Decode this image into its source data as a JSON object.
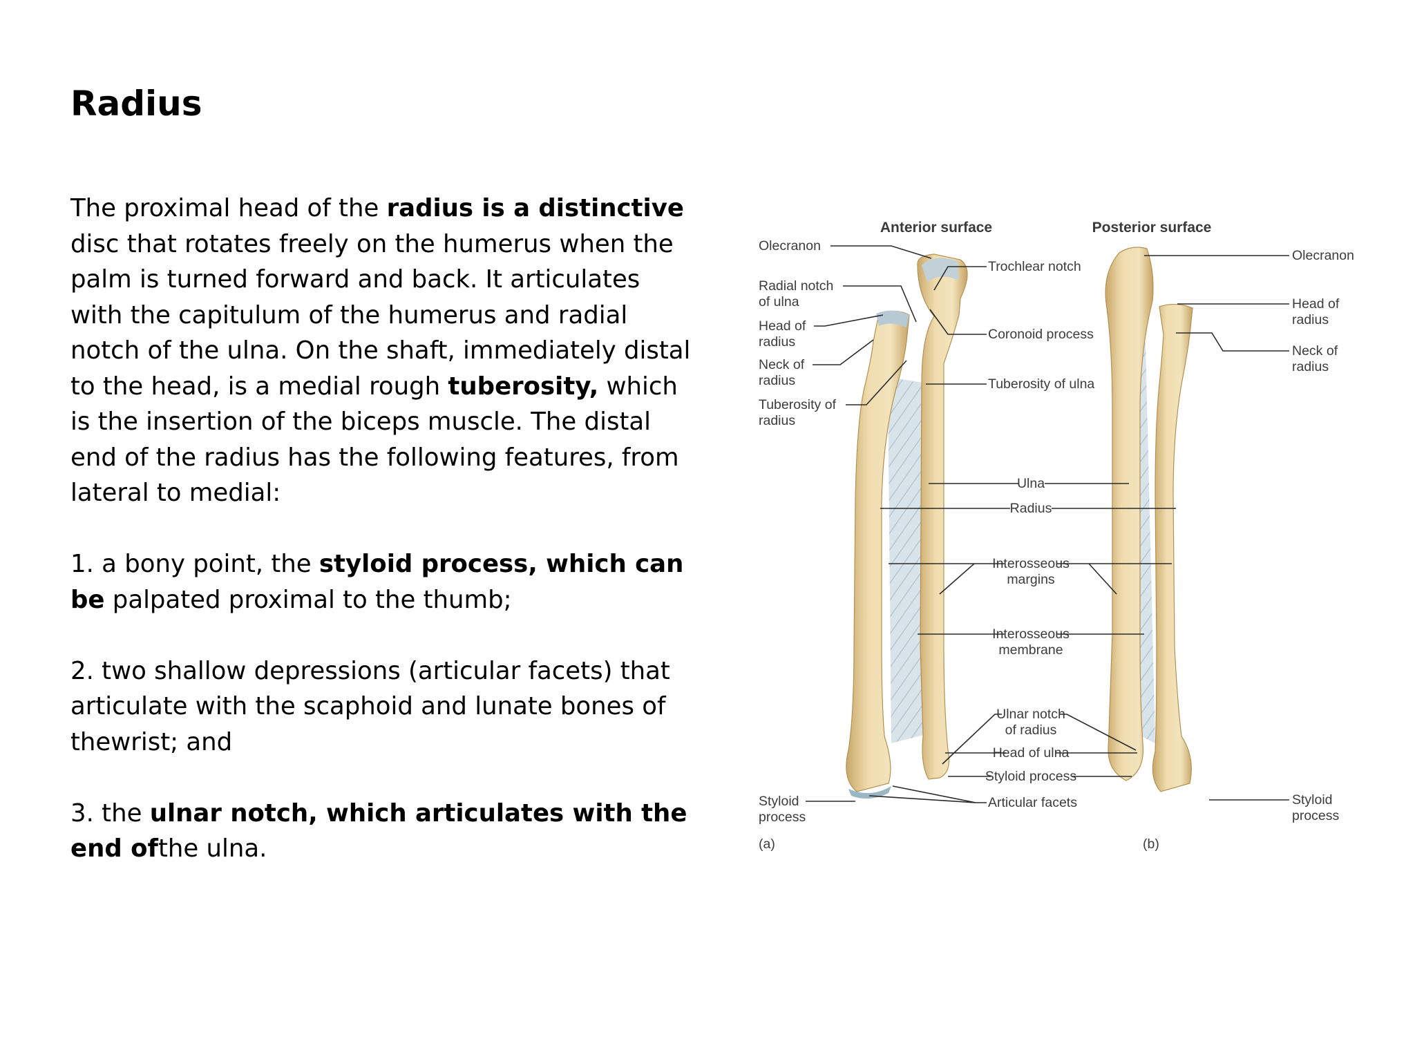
{
  "slide": {
    "title": "Radius",
    "paragraphs": [
      [
        {
          "t": "The proximal head of the ",
          "b": false
        },
        {
          "t": "radius is a distinctive",
          "b": true
        },
        {
          "t": " disc that rotates freely on the humerus when the palm is turned forward and back. It articulates with the capitulum of the humerus and radial notch of the ulna. On the shaft, immediately distal to the head, is a medial rough ",
          "b": false
        },
        {
          "t": "tuberosity,",
          "b": true
        },
        {
          "t": " which is the insertion of the biceps muscle. The distal end of the radius has the following features, from lateral to medial:",
          "b": false
        }
      ],
      [
        {
          "t": "1. a bony point, the ",
          "b": false
        },
        {
          "t": "styloid process, which can be",
          "b": true
        },
        {
          "t": " palpated proximal to the thumb;",
          "b": false
        }
      ],
      [
        {
          "t": "2. two shallow depressions (articular facets) that articulate with the scaphoid and lunate bones of thewrist; and",
          "b": false
        }
      ],
      [
        {
          "t": "3. the ",
          "b": false
        },
        {
          "t": "ulnar notch, which articulates with the end of",
          "b": true
        },
        {
          "t": "the ulna.",
          "b": false
        }
      ]
    ]
  },
  "figure": {
    "panel_headers": {
      "anterior": "Anterior surface",
      "posterior": "Posterior surface"
    },
    "panel_tags": {
      "a": "(a)",
      "b": "(b)"
    },
    "left_labels": {
      "olecranon": "Olecranon",
      "radial_notch": [
        "Radial notch",
        "of ulna"
      ],
      "head_of_radius": [
        "Head of",
        "radius"
      ],
      "neck_of_radius": [
        "Neck of",
        "radius"
      ],
      "tuberosity_of_radius": [
        "Tuberosity of",
        "radius"
      ],
      "styloid_process": [
        "Styloid",
        "process"
      ]
    },
    "center_labels": {
      "trochlear_notch": "Trochlear notch",
      "coronoid_process": "Coronoid process",
      "tuberosity_of_ulna": "Tuberosity of ulna",
      "ulna": "Ulna",
      "radius": "Radius",
      "interosseous_margins": [
        "Interosseous",
        "margins"
      ],
      "interosseous_membrane": [
        "Interosseous",
        "membrane"
      ],
      "ulnar_notch": [
        "Ulnar notch",
        "of radius"
      ],
      "head_of_ulna": "Head of ulna",
      "styloid_process": "Styloid process",
      "articular_facets": "Articular facets"
    },
    "right_labels": {
      "olecranon": "Olecranon",
      "head_of_radius": [
        "Head of",
        "radius"
      ],
      "neck_of_radius": [
        "Neck of",
        "radius"
      ],
      "styloid_process": [
        "Styloid",
        "process"
      ]
    }
  }
}
